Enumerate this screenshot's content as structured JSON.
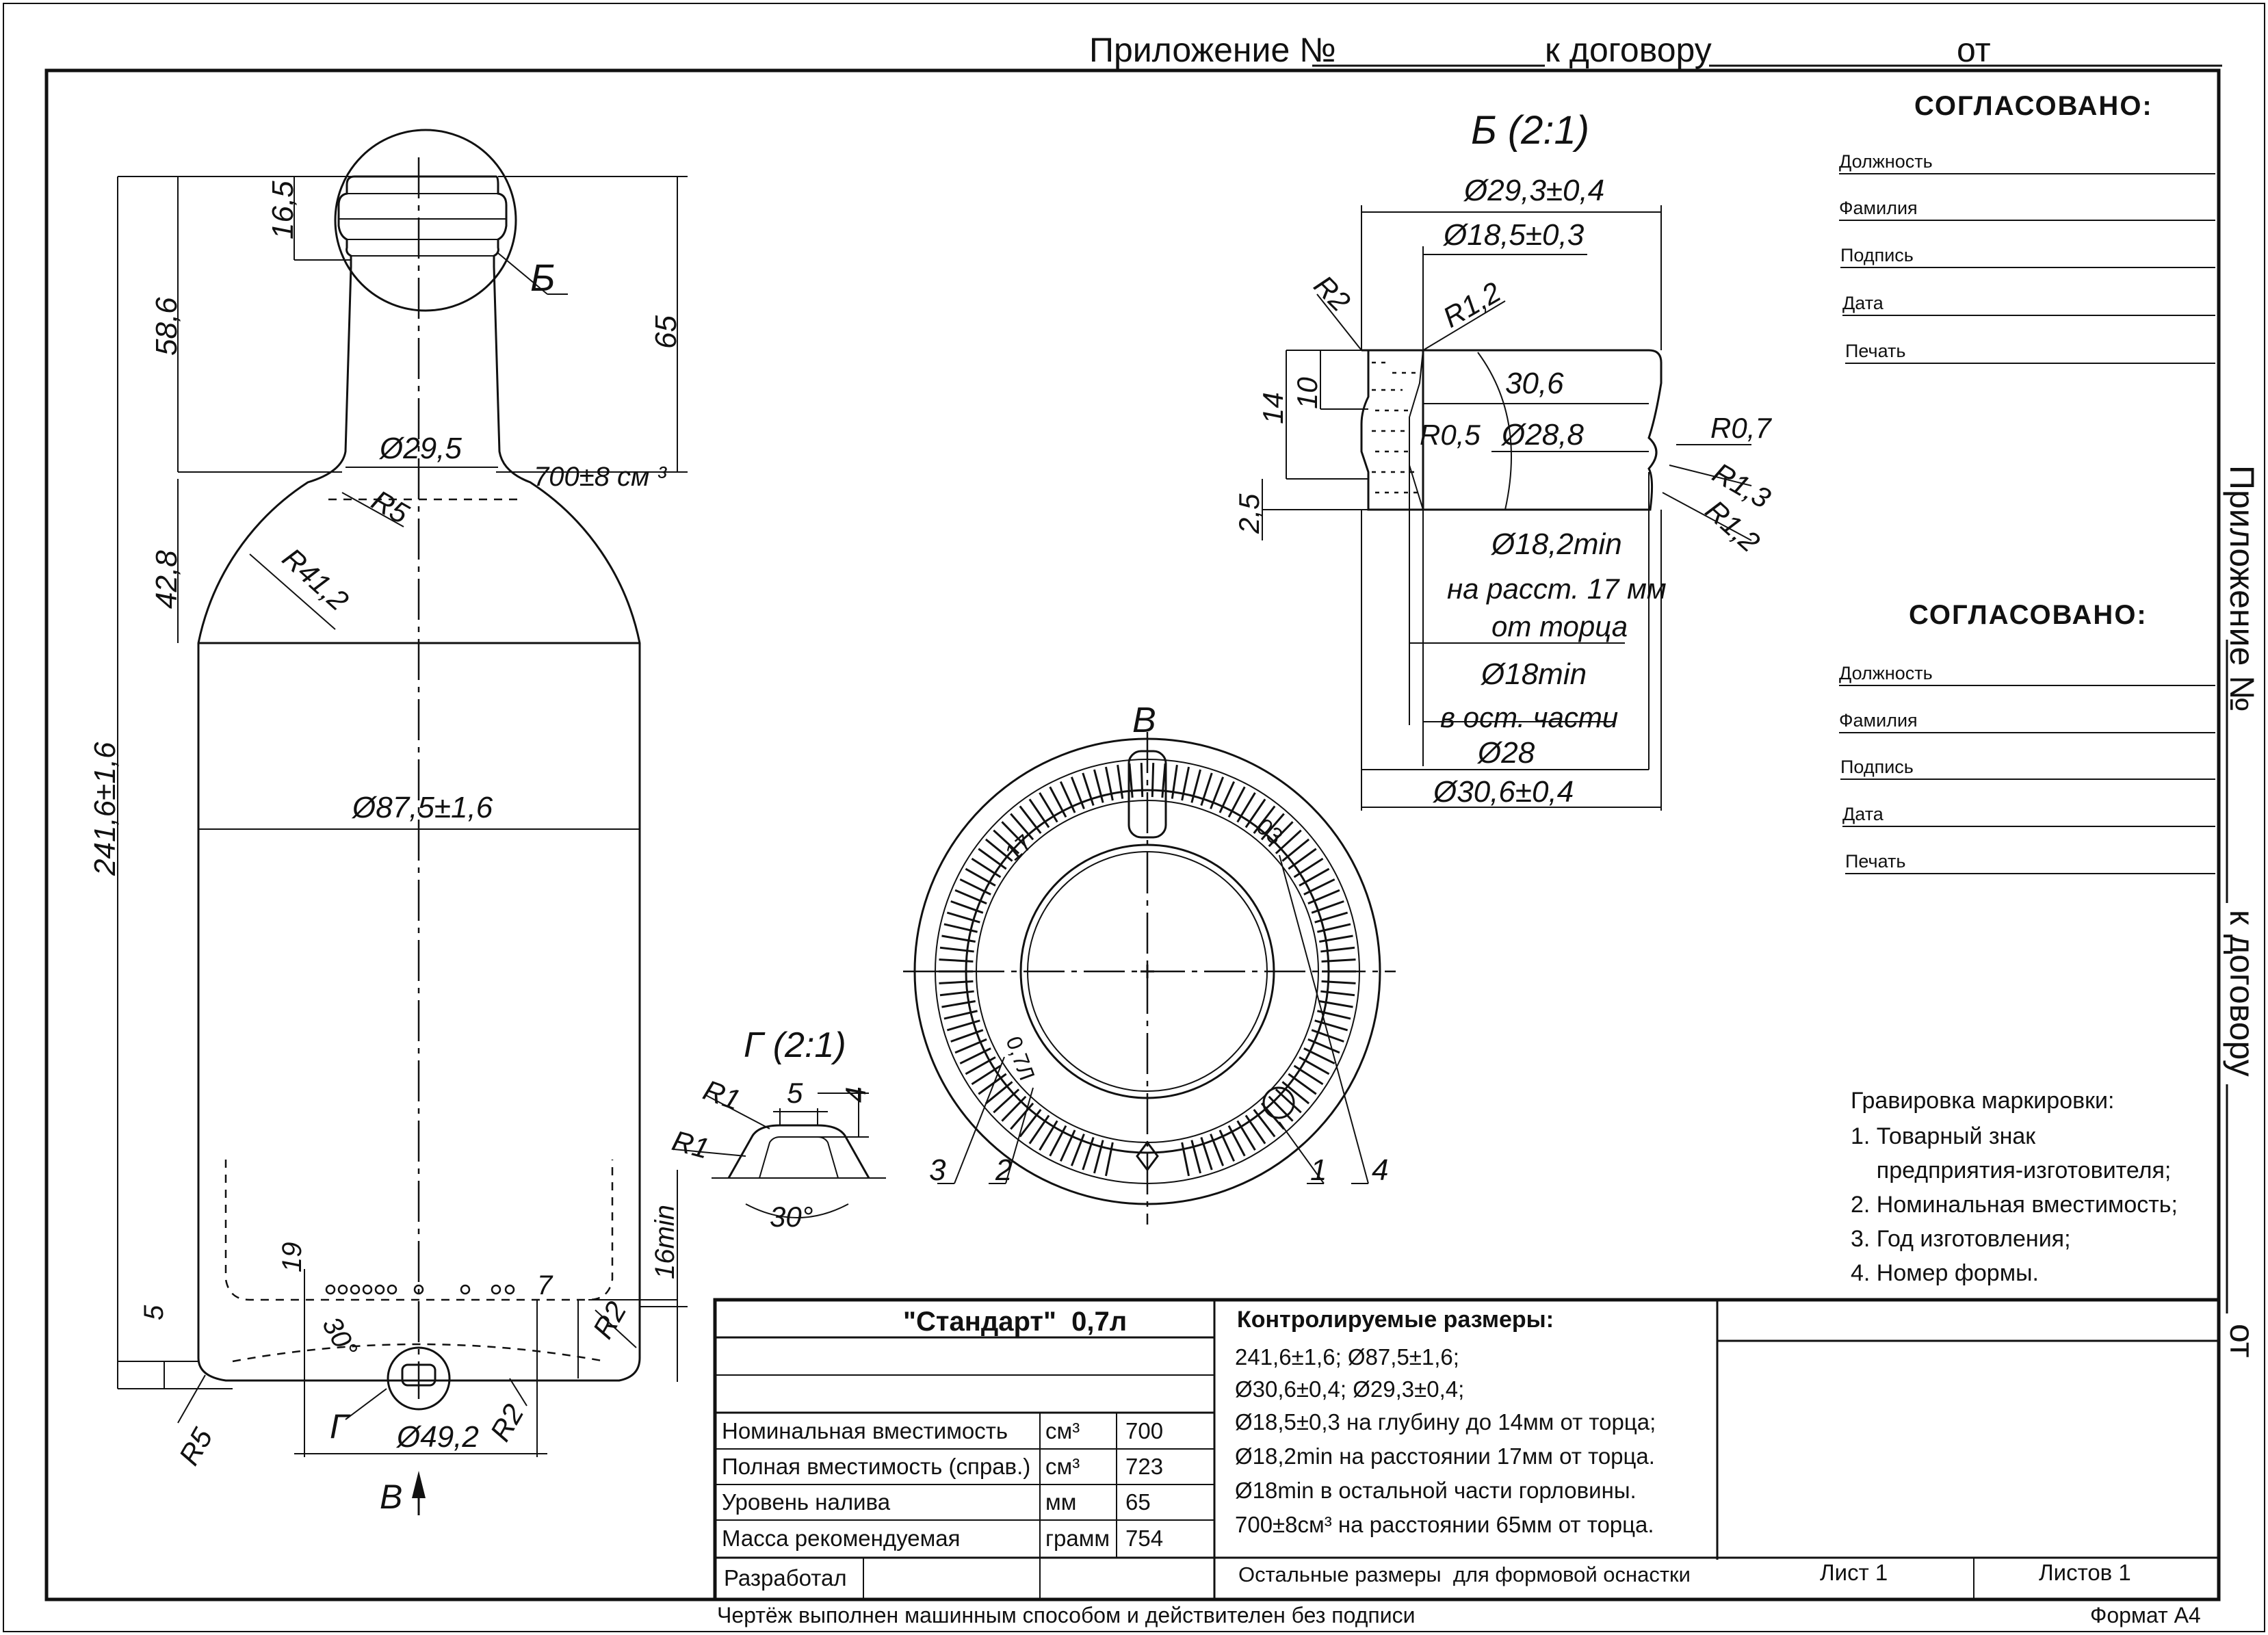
{
  "header": {
    "app_no_label": "Приложение №",
    "contract_label": "к договору",
    "from_label": "от"
  },
  "side_text": {
    "app_no_label": "Приложение №",
    "contract_label": "к договору",
    "from_label": "от"
  },
  "approval_blocks": [
    {
      "title": "СОГЛАСОВАНО:",
      "fields": [
        "Должность",
        "Фамилия",
        "Подпись",
        "Дата",
        "Печать"
      ]
    },
    {
      "title": "СОГЛАСОВАНО:",
      "fields": [
        "Должность",
        "Фамилия",
        "Подпись",
        "Дата",
        "Печать"
      ]
    }
  ],
  "engraving": {
    "title": "Гравировка маркировки:",
    "items": [
      "1. Товарный знак",
      "    предприятия-изготовителя;",
      "2. Номинальная вместимость;",
      "3. Год изготовления;",
      "4. Номер формы."
    ]
  },
  "main_view": {
    "dims": {
      "h_16_5": "16,5",
      "h_58_6": "58,6",
      "h_65": "65",
      "d_29_5": "Ø29,5",
      "volume": "700±8 см ³",
      "r5_top": "R5",
      "h_42_8": "42,8",
      "r41_2": "R41,2",
      "h_241_6": "241,6±1,6",
      "d_87_5": "Ø87,5±1,6",
      "h_19": "19",
      "h_16min": "16min",
      "h_5": "5",
      "h_7": "7",
      "a_30": "30°",
      "r2_right": "R2",
      "r2_bottom": "R2",
      "r5_bottom": "R5",
      "d_49_2": "Ø49,2",
      "g_label": "Г",
      "b_label": "Б",
      "v_label": "В"
    }
  },
  "detail_b": {
    "title": "Б (2:1)",
    "dims": {
      "d_29_3": "Ø29,3±0,4",
      "d_18_5": "Ø18,5±0,3",
      "r2": "R2",
      "r1_2": "R1,2",
      "h_14": "14",
      "h_10": "10",
      "v_30_6": "30,6",
      "r0_5": "R0,5",
      "d_28_8": "Ø28,8",
      "r0_7": "R0,7",
      "r1_3": "R1,3",
      "r1_2b": "R1,2",
      "h_2_5": "2,5",
      "d_18_2": "Ø18,2min",
      "note1": "на расст. 17 мм",
      "note2": "от торца",
      "d_18": "Ø18min",
      "note3": "в ост. части",
      "d_28": "Ø28",
      "d_30_6": "Ø30,6±0,4"
    }
  },
  "detail_g": {
    "title": "Г (2:1)",
    "dims": {
      "r1a": "R1",
      "v5": "5",
      "v4": "4",
      "r1b": "R1",
      "a30": "30°"
    }
  },
  "view_v": {
    "title": "В",
    "marks": {
      "year": "17",
      "num": "03",
      "vol": "0,7Л"
    },
    "callouts": [
      "1",
      "2",
      "3",
      "4"
    ]
  },
  "title_block": {
    "product_name": "\"Стандарт\"  0,7л",
    "control_title": "Контролируемые размеры:",
    "control_lines": [
      "241,6±1,6; Ø87,5±1,6;",
      "Ø30,6±0,4; Ø29,3±0,4;",
      "Ø18,5±0,3 на глубину до 14мм от торца;",
      "Ø18,2min на расстоянии 17мм от торца.",
      "Ø18min в остальной части горловины.",
      "700±8см³ на расстоянии 65мм от торца."
    ],
    "specs": [
      {
        "name": "Номинальная вместимость",
        "unit": "см³",
        "value": "700"
      },
      {
        "name": "Полная вместимость (справ.)",
        "unit": "см³",
        "value": "723"
      },
      {
        "name": "Уровень налива",
        "unit": "мм",
        "value": "65"
      },
      {
        "name": "Масса рекомендуемая",
        "unit": "грамм",
        "value": "754"
      }
    ],
    "developer_label": "Разработал",
    "other_dims_note": "Остальные размеры  для формовой оснастки",
    "sheet_label": "Лист 1",
    "sheets_label": "Листов 1"
  },
  "footer": {
    "note": "Чертёж выполнен машинным способом и действителен без подписи",
    "format": "Формат А4"
  }
}
